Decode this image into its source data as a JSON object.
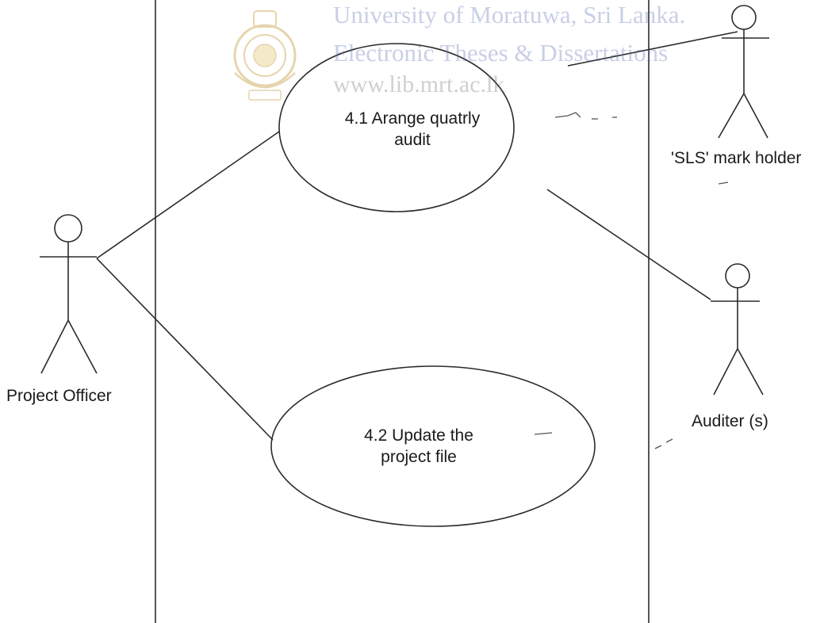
{
  "watermark": {
    "line1": "University of Moratuwa, Sri Lanka.",
    "line2": "Electronic Theses & Dissertations",
    "line3": "www.lib.mrt.ac.lk"
  },
  "use_cases": [
    {
      "id": "4.1",
      "line1": "4.1 Arange quatrly",
      "line2": "audit"
    },
    {
      "id": "4.2",
      "line1": "4.2 Update the",
      "line2": "project file"
    }
  ],
  "actors": {
    "project_officer": "Project Officer",
    "sls_mark_holder": "'SLS' mark holder",
    "auditer": "Auditer (s)"
  },
  "colors": {
    "line": "#2b2b2b",
    "watermark": "#5a6fb3",
    "seal": "#c8a24a"
  }
}
